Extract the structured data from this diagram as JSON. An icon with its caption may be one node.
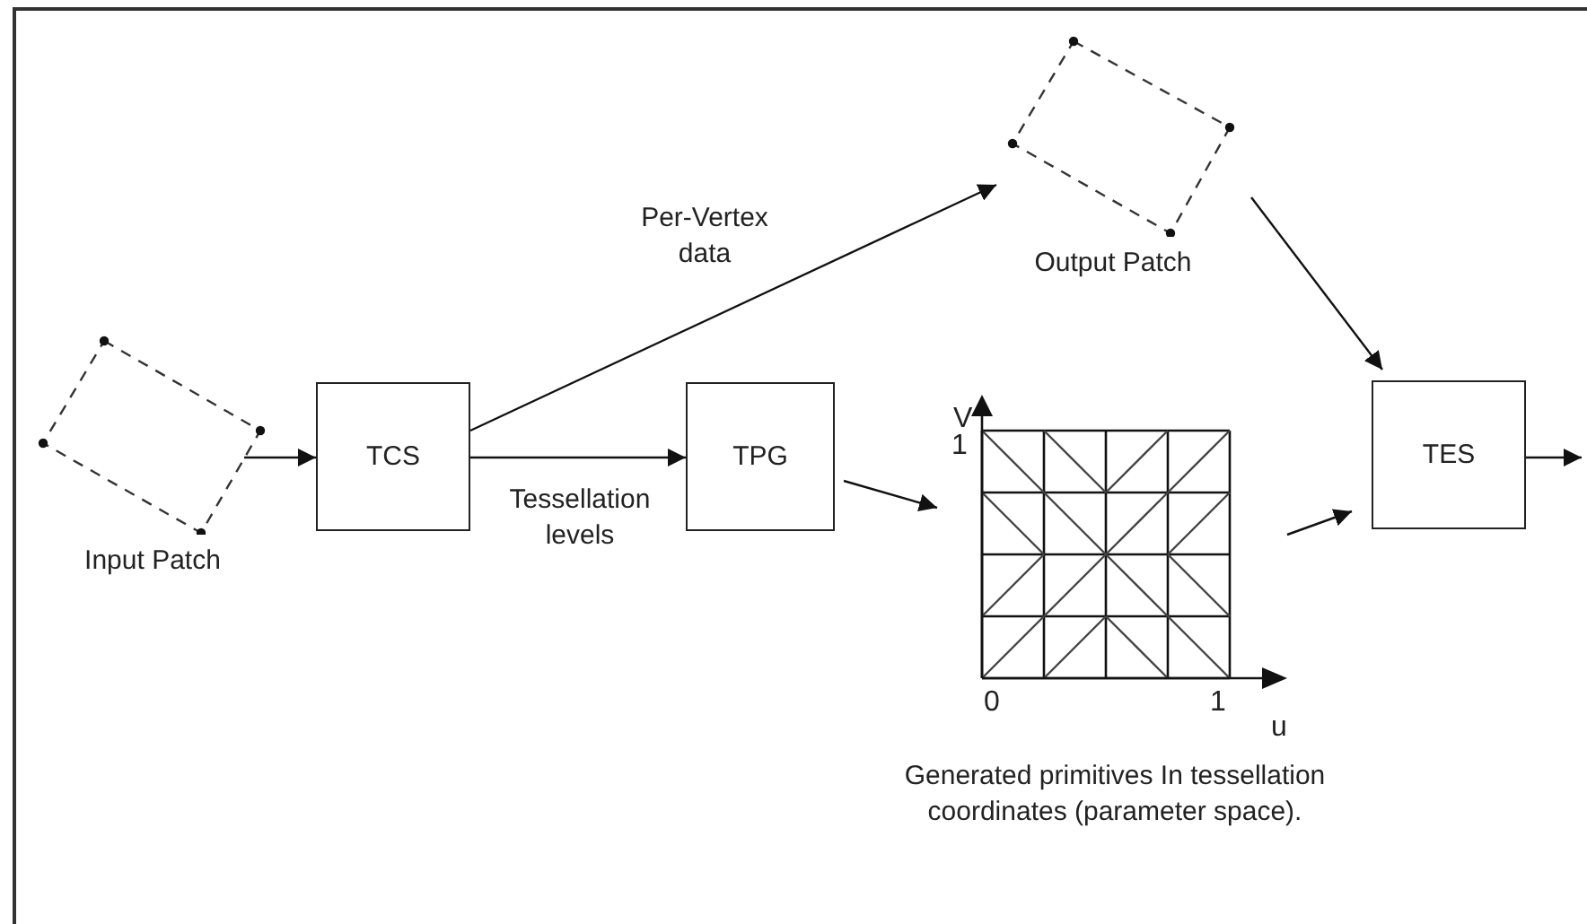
{
  "diagram": {
    "nodes": [
      {
        "text": [
          "Input Patch"
        ]
      },
      {
        "text": [
          "TCS"
        ]
      },
      {
        "text": [
          "TPG"
        ]
      },
      {
        "text": [
          "Output Patch"
        ]
      },
      {
        "text": [
          "Generated primitives In tessellation coordinates (parameter space)."
        ]
      },
      {
        "text": [
          "TES"
        ]
      }
    ],
    "edges": [
      {
        "from": 0,
        "to": 1,
        "arrow": "to"
      },
      {
        "from": 1,
        "to": 3,
        "arrow": "to",
        "label": "Per-Vertex data"
      },
      {
        "from": 1,
        "to": 2,
        "arrow": "to",
        "label": "Tessellation levels"
      },
      {
        "from": 2,
        "to": 4,
        "arrow": "to"
      },
      {
        "from": 3,
        "to": 5,
        "arrow": "to"
      },
      {
        "from": 4,
        "to": 5,
        "arrow": "to"
      },
      {
        "from": 5,
        "to": null,
        "arrow": "to"
      }
    ],
    "labels": [
      "V",
      "1",
      "0",
      "1",
      "u"
    ]
  }
}
